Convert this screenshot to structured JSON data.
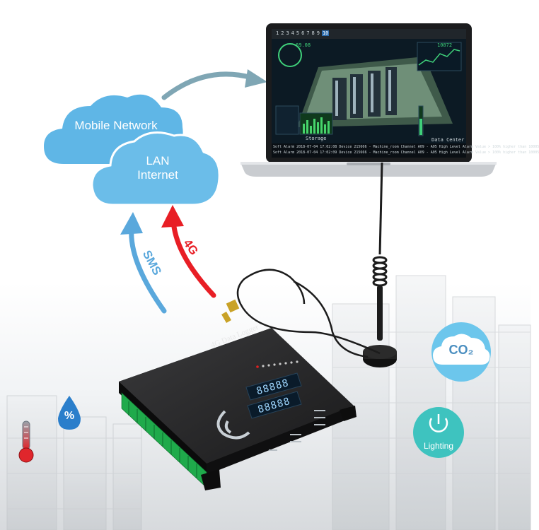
{
  "clouds": {
    "top": "Mobile Network",
    "bottom_line1": "LAN",
    "bottom_line2": "Internet"
  },
  "arrows": {
    "sms": "SMS",
    "g4": "4G"
  },
  "device": {
    "label": "4G Data Logger",
    "display_row1": "88888",
    "display_row2": "88888"
  },
  "laptop": {
    "toolbar_tabs": [
      "1",
      "2",
      "3",
      "4",
      "5",
      "6",
      "7",
      "8",
      "9",
      "10"
    ],
    "gauge_value": "69.08",
    "counter_value": "10872",
    "panel_label": "Storage",
    "corner_label": "Data Center",
    "alarm_line1": "Soft Alarm 2018-07-04 17:02:08 Device 215666 - Machine_room Channel A09 - A05 High Level Alarm Value  > 100% higher than 10005",
    "alarm_line2": "Soft Alarm 2018-07-04 17:02:09 Device 215666 - Machine_room Channel A09 - A05 High Level Alarm Value  > 100% higher than 10005"
  },
  "sensors": {
    "co2": "CO₂",
    "lighting": "Lighting",
    "percent": "%"
  },
  "colors": {
    "cloud_blue": "#5fb6e6",
    "sms_arrow": "#5aa8dc",
    "g4_arrow": "#e81e25",
    "laptop_arrow": "#7fa6b4",
    "co2_circle": "#6cc6ec",
    "lighting_circle": "#3ec3bf"
  }
}
